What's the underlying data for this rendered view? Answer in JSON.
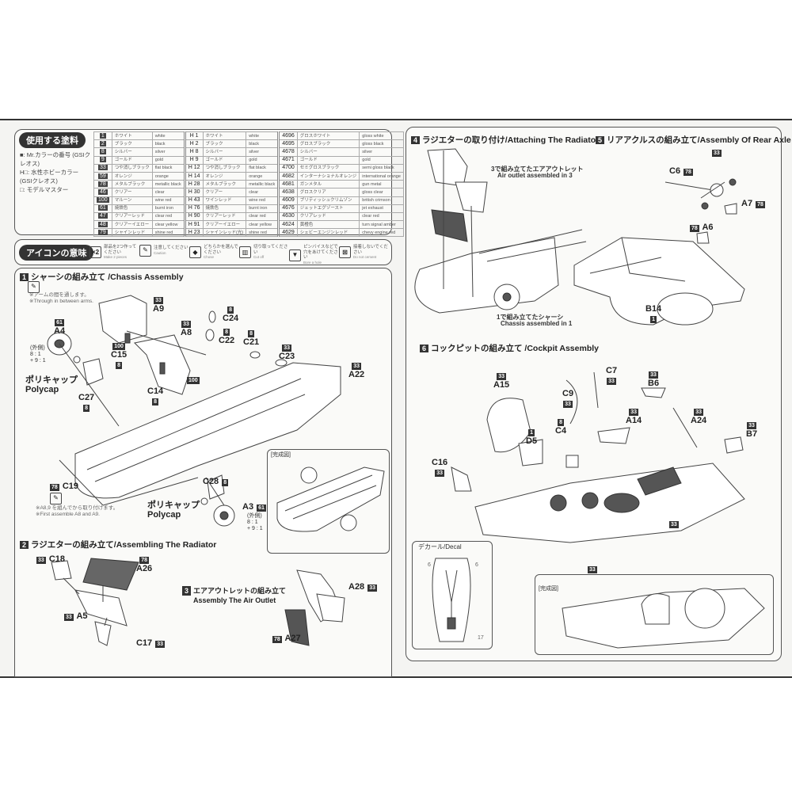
{
  "paints": {
    "title": "使用する塗料",
    "legend": [
      "■: Mr.カラーの番号 (GSIクレオス)",
      "H□: 水性ホビーカラー (GSIクレオス)",
      "□: モデルマスター"
    ],
    "rows": [
      {
        "mr": "1",
        "mr_ja": "ホワイト",
        "mr_en": "white",
        "h": "H 1",
        "h_ja": "ホワイト",
        "h_en": "white",
        "mm": "4696",
        "mm_ja": "グロスホワイト",
        "mm_en": "gloss white"
      },
      {
        "mr": "2",
        "mr_ja": "ブラック",
        "mr_en": "black",
        "h": "H 2",
        "h_ja": "ブラック",
        "h_en": "black",
        "mm": "4695",
        "mm_ja": "グロスブラック",
        "mm_en": "gloss black"
      },
      {
        "mr": "8",
        "mr_ja": "シルバー",
        "mr_en": "silver",
        "h": "H 8",
        "h_ja": "シルバー",
        "h_en": "silver",
        "mm": "4678",
        "mm_ja": "シルバー",
        "mm_en": "silver"
      },
      {
        "mr": "9",
        "mr_ja": "ゴールド",
        "mr_en": "gold",
        "h": "H 9",
        "h_ja": "ゴールド",
        "h_en": "gold",
        "mm": "4671",
        "mm_ja": "ゴールド",
        "mm_en": "gold"
      },
      {
        "mr": "33",
        "mr_ja": "つや消しブラック",
        "mr_en": "flat black",
        "h": "H 12",
        "h_ja": "つや消しブラック",
        "h_en": "flat black",
        "mm": "4700",
        "mm_ja": "セミグロスブラック",
        "mm_en": "semi gloss black"
      },
      {
        "mr": "59",
        "mr_ja": "オレンジ",
        "mr_en": "orange",
        "h": "H 14",
        "h_ja": "オレンジ",
        "h_en": "orange",
        "mm": "4682",
        "mm_ja": "インターナショナルオレンジ",
        "mm_en": "international orange"
      },
      {
        "mr": "78",
        "mr_ja": "メタルブラック",
        "mr_en": "metallic black",
        "h": "H 28",
        "h_ja": "メタルブラック",
        "h_en": "metallic black",
        "mm": "4681",
        "mm_ja": "ガンメタル",
        "mm_en": "gun metal"
      },
      {
        "mr": "46",
        "mr_ja": "クリアー",
        "mr_en": "clear",
        "h": "H 30",
        "h_ja": "クリアー",
        "h_en": "clear",
        "mm": "4638",
        "mm_ja": "グロスクリア",
        "mm_en": "gloss clear"
      },
      {
        "mr": "100",
        "mr_ja": "マルーン",
        "mr_en": "wine red",
        "h": "H 43",
        "h_ja": "ワインレッド",
        "h_en": "wine red",
        "mm": "4609",
        "mm_ja": "ブリティッシュクリムゾン",
        "mm_en": "british crimson"
      },
      {
        "mr": "61",
        "mr_ja": "焼鉄色",
        "mr_en": "burnt iron",
        "h": "H 76",
        "h_ja": "焼鉄色",
        "h_en": "burnt iron",
        "mm": "4676",
        "mm_ja": "ジェットエグゾースト",
        "mm_en": "jet exhaust"
      },
      {
        "mr": "47",
        "mr_ja": "クリアーレッド",
        "mr_en": "clear red",
        "h": "H 90",
        "h_ja": "クリアーレッド",
        "h_en": "clear red",
        "mm": "4630",
        "mm_ja": "クリアレッド",
        "mm_en": "clear red"
      },
      {
        "mr": "48",
        "mr_ja": "クリアーイエロー",
        "mr_en": "clear yellow",
        "h": "H 91",
        "h_ja": "クリアーイエロー",
        "h_en": "clear yellow",
        "mm": "4624",
        "mm_ja": "黄橙色",
        "mm_en": "turn signal amber"
      },
      {
        "mr": "79",
        "mr_ja": "シャインレッド",
        "mr_en": "shine red",
        "h": "H 23",
        "h_ja": "シャインレッド(光)",
        "h_en": "shine red",
        "mm": "4629",
        "mm_ja": "シェビーエンジンレッド",
        "mm_en": "chevy engine red"
      }
    ]
  },
  "icons": {
    "title": "アイコンの意味",
    "items": [
      {
        "glyph": "×2",
        "ja": "部品を2つ作ってください",
        "en": "Make 2 pieces"
      },
      {
        "glyph": "✎",
        "ja": "注意してください",
        "en": "Caution"
      },
      {
        "glyph": "◆",
        "ja": "どちらかを選んでください",
        "en": "Chose"
      },
      {
        "glyph": "▥",
        "ja": "切り取ってください",
        "en": "Cut off"
      },
      {
        "glyph": "▼",
        "ja": "ピンバイスなどで穴をあけてください",
        "en": "Bore a hole"
      },
      {
        "glyph": "⊠",
        "ja": "接着しないでください",
        "en": "Do not cement"
      }
    ]
  },
  "s1": {
    "num": "1",
    "title": "シャーシの組み立て /Chassis Assembly",
    "note1_ja": "※アームの間を通します。",
    "note1_en": "※Through in between arms.",
    "note2_ja": "※A8,9 を組んでから取り付けます。",
    "note2_en": "※First assemble A8 and A9.",
    "polycap_ja": "ポリキャップ",
    "polycap_en": "Polycap",
    "outer": "(外側)",
    "mix1": "8 : 1",
    "mix2": "+ 9 : 1",
    "complete": "[完成図]",
    "parts": [
      {
        "id": "A9",
        "paint": "33"
      },
      {
        "id": "A4",
        "paint": "61"
      },
      {
        "id": "C24",
        "paint": "8"
      },
      {
        "id": "A8",
        "paint": "33"
      },
      {
        "id": "C22",
        "paint": "8"
      },
      {
        "id": "C21",
        "paint": "8"
      },
      {
        "id": "C15",
        "paint": "8"
      },
      {
        "id": "C23",
        "paint": "33"
      },
      {
        "id": "A22",
        "paint": "33"
      },
      {
        "id": "C14",
        "paint": "8"
      },
      {
        "id": "C27",
        "paint": "8"
      },
      {
        "id": "C19",
        "paint": "78"
      },
      {
        "id": "C28",
        "paint": "8"
      },
      {
        "id": "A3",
        "paint": "61"
      }
    ],
    "spring_paint": "100"
  },
  "s2": {
    "num": "2",
    "title": "ラジエターの組み立て/Assembling The Radiator",
    "parts": [
      {
        "id": "C18",
        "paint": "33"
      },
      {
        "id": "A26",
        "paint": "78"
      },
      {
        "id": "A5",
        "paint": "33"
      },
      {
        "id": "C17",
        "paint": "33"
      }
    ]
  },
  "s3": {
    "num": "3",
    "title_ja": "エアアウトレットの組み立て",
    "title_en": "Assembly The Air Outlet",
    "parts": [
      {
        "id": "A28",
        "paint": "33"
      },
      {
        "id": "A27",
        "paint": "78"
      }
    ]
  },
  "s4": {
    "num": "4",
    "title": "ラジエターの取り付け/Attaching The Radiator",
    "note1_ja": "3で組み立てたエアアウトレット",
    "note1_en": "Air outlet assembled in 3",
    "note2_ja": "1で組み立てたシャーシ",
    "note2_en": "Chassis assembled in 1"
  },
  "s5": {
    "num": "5",
    "title": "リアアクルスの組み立て/Assembly Of Rear Axle",
    "parts": [
      {
        "id": "C6",
        "paint": "78"
      },
      {
        "id": "A7",
        "paint": "78"
      },
      {
        "id": "A6",
        "paint": "78"
      },
      {
        "id": "B14",
        "paint": "1"
      }
    ],
    "axle_paint": "33"
  },
  "s6": {
    "num": "6",
    "title": "コックピットの組み立て /Cockpit Assembly",
    "parts": [
      {
        "id": "C7",
        "paint": "33"
      },
      {
        "id": "A15",
        "paint": "33"
      },
      {
        "id": "B6",
        "paint": "33"
      },
      {
        "id": "C9",
        "paint": "33"
      },
      {
        "id": "A14",
        "paint": "33"
      },
      {
        "id": "A24",
        "paint": "33"
      },
      {
        "id": "D5",
        "paint": "1"
      },
      {
        "id": "C4",
        "paint": "8"
      },
      {
        "id": "B7",
        "paint": "33"
      },
      {
        "id": "C16",
        "paint": "33"
      }
    ],
    "body_paint": "33",
    "decal": "デカール/Decal",
    "decal_nums": [
      "6",
      "6",
      "17"
    ],
    "complete": "[完成図]"
  }
}
